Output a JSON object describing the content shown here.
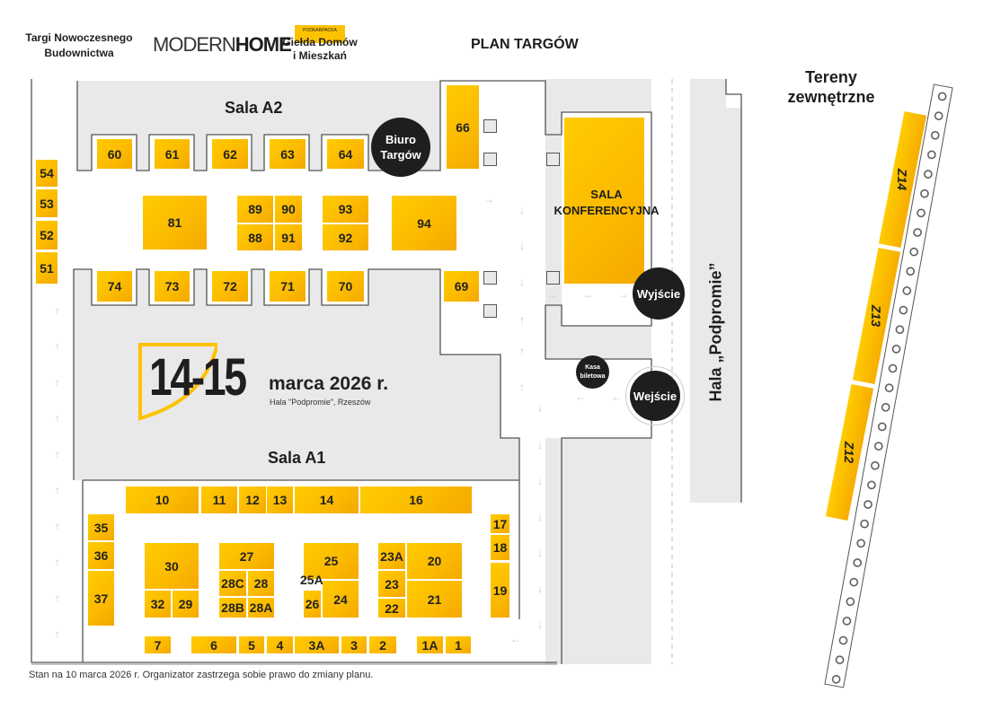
{
  "header": {
    "logo1": "Targi Nowoczesnego Budownictwa",
    "logo1_line1": "Targi Nowoczesnego",
    "logo1_line2": "Budownictwa",
    "logo2_a": "MODERN",
    "logo2_b": "HOME",
    "logo3_small": "PODKARPACKA",
    "logo3_line1": "Giełda Domów",
    "logo3_line2": "i Mieszkań",
    "title": "PLAN TARGÓW"
  },
  "halls": {
    "sala_a2": "Sala A2",
    "sala_a1": "Sala A1",
    "conference_line1": "SALA",
    "conference_line2": "KONFERENCYJNA",
    "hala_podpromie": "Hala „Podpromie”",
    "outdoor_line1": "Tereny",
    "outdoor_line2": "zewnętrzne"
  },
  "points": {
    "office_line1": "Biuro",
    "office_line2": "Targów",
    "exit": "Wyjście",
    "entrance": "Wejście",
    "ticket_line1": "Kasa",
    "ticket_line2": "biletowa"
  },
  "event": {
    "dates": "14-15",
    "month_year": "marca 2026 r.",
    "venue": "Hala \"Podpromie\", Rzeszów"
  },
  "booths": [
    "60",
    "61",
    "62",
    "63",
    "64",
    "66",
    "54",
    "53",
    "52",
    "51",
    "81",
    "89",
    "90",
    "88",
    "91",
    "93",
    "92",
    "94",
    "74",
    "73",
    "72",
    "71",
    "70",
    "69",
    "10",
    "11",
    "12",
    "13",
    "14",
    "16",
    "35",
    "36",
    "37",
    "30",
    "32",
    "29",
    "27",
    "28C",
    "28",
    "28B",
    "28A",
    "25",
    "26",
    "24",
    "23A",
    "20",
    "23",
    "22",
    "21",
    "17",
    "18",
    "19",
    "7",
    "6",
    "5",
    "4",
    "3A",
    "3",
    "2",
    "1A",
    "1",
    "25A"
  ],
  "outdoor_zones": [
    "Z14",
    "Z13",
    "Z12"
  ],
  "footer": "Stan na 10 marca 2026 r. Organizator zastrzega sobie prawo do zmiany planu.",
  "colors": {
    "accent": "#fdc200",
    "dark": "#1e1e1e",
    "wall_gray": "#e9e9e9"
  }
}
